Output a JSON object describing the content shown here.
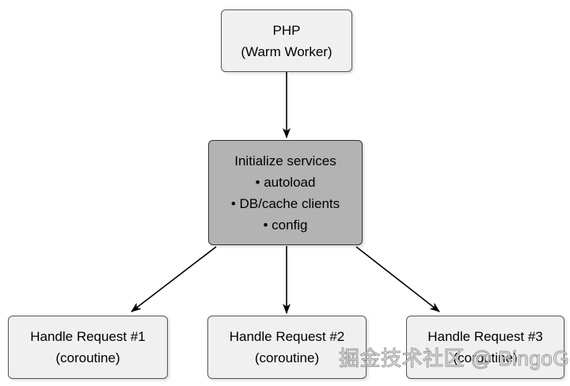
{
  "colors": {
    "background": "#ffffff",
    "node_light_fill": "#f0f0f0",
    "node_light_border": "#565656",
    "node_dark_fill": "#b3b3b3",
    "node_dark_border": "#333333",
    "arrow": "#000000",
    "text": "#000000"
  },
  "nodes": {
    "php": {
      "line1": "PHP",
      "line2": "(Warm Worker)"
    },
    "init": {
      "title": "Initialize services",
      "bullets": [
        "• autoload",
        "• DB/cache clients",
        "• config"
      ]
    },
    "req1": {
      "line1": "Handle Request #1",
      "line2": "(coroutine)"
    },
    "req2": {
      "line1": "Handle Request #2",
      "line2": "(coroutine)"
    },
    "req3": {
      "line1": "Handle Request #3",
      "line2": "(coroutine)"
    }
  },
  "edges": [
    {
      "from": "php",
      "to": "init"
    },
    {
      "from": "init",
      "to": "req1"
    },
    {
      "from": "init",
      "to": "req2"
    },
    {
      "from": "init",
      "to": "req3"
    }
  ],
  "watermark": {
    "text": "掘金技术社区 @ BingoGo"
  }
}
